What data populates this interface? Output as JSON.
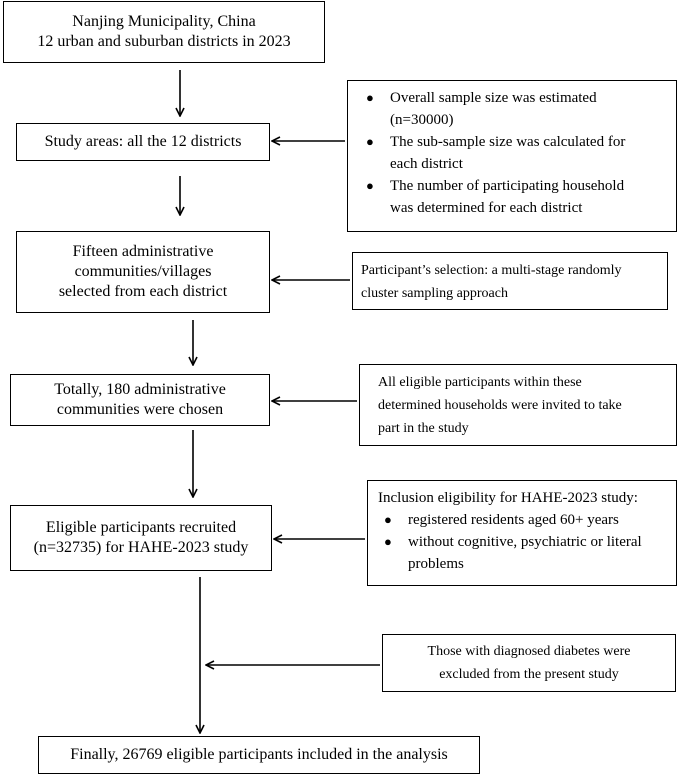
{
  "boxes": {
    "nanjing": [
      "Nanjing Municipality, China",
      "12 urban and suburban districts in 2023"
    ],
    "study_areas": "Study areas: all the 12 districts",
    "fifteen": [
      "Fifteen administrative",
      "communities/villages",
      "selected from each district"
    ],
    "totally": [
      "Totally, 180 administrative",
      "communities were chosen"
    ],
    "eligible": [
      "Eligible participants recruited",
      "(n=32735) for HAHE-2023 study"
    ],
    "finally": "Finally, 26769 eligible participants included in the analysis"
  },
  "side_notes": {
    "sample_size": [
      [
        "Overall sample size was estimated",
        "(n=30000)"
      ],
      [
        "The sub-sample size was calculated for",
        "each district"
      ],
      [
        "The number of participating household",
        "was determined for each district"
      ]
    ],
    "selection": [
      "Participant’s selection: a multi-stage randomly",
      "cluster sampling approach"
    ],
    "invited": [
      "All eligible participants within these",
      "determined households were invited to take",
      "part in the study"
    ],
    "inclusion": {
      "title": "Inclusion eligibility for HAHE-2023 study:",
      "items": [
        [
          "registered residents aged 60+ years"
        ],
        [
          "without cognitive, psychiatric or literal",
          "problems"
        ]
      ]
    },
    "excluded": [
      "Those with diagnosed diabetes were",
      "excluded from the present study"
    ]
  }
}
